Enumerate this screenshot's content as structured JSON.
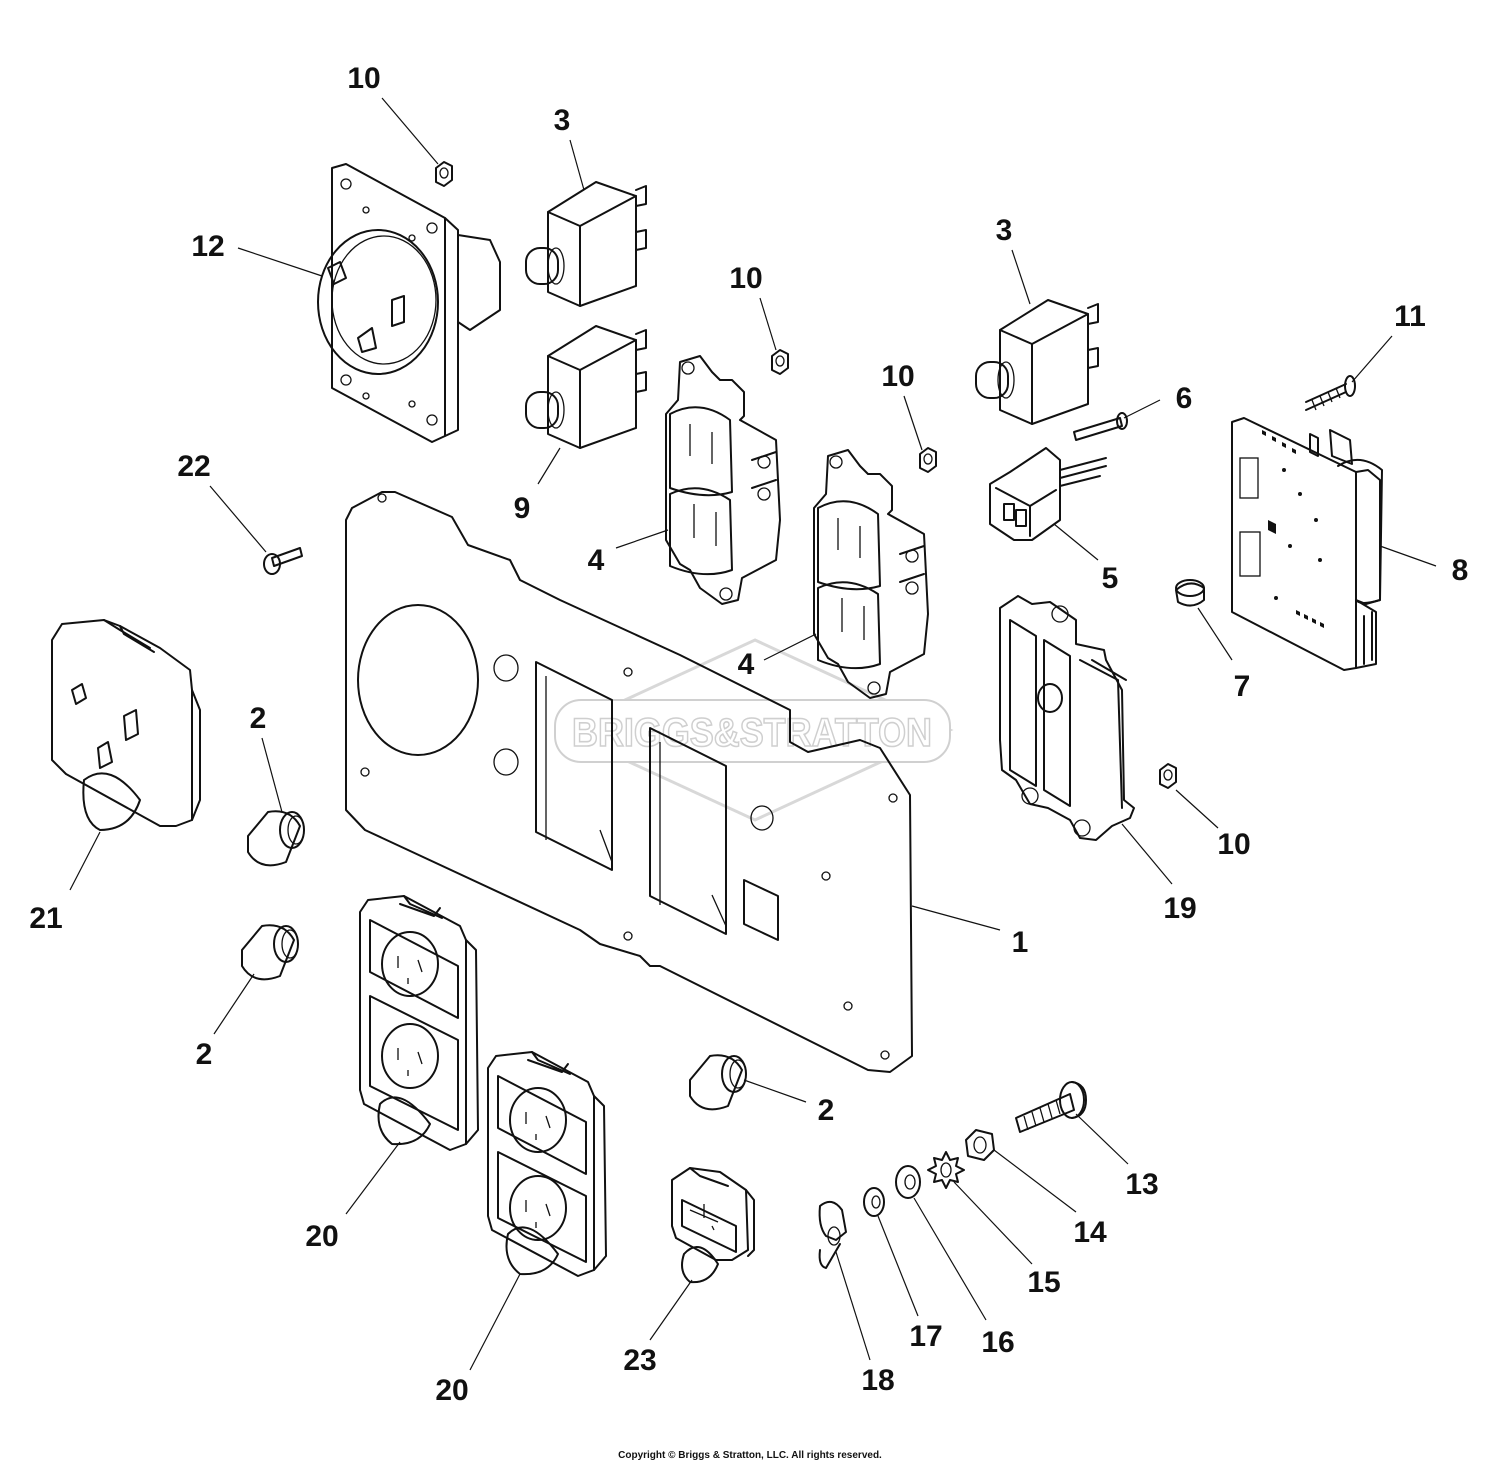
{
  "watermark": {
    "brand": "BRIGGS&STRATTON"
  },
  "copyright": "Copyright © Briggs & Stratton, LLC. All rights reserved.",
  "callouts": [
    {
      "id": "c10a",
      "text": "10"
    },
    {
      "id": "c3a",
      "text": "3"
    },
    {
      "id": "c12",
      "text": "12"
    },
    {
      "id": "c10b",
      "text": "10"
    },
    {
      "id": "c3b",
      "text": "3"
    },
    {
      "id": "c11",
      "text": "11"
    },
    {
      "id": "c10c",
      "text": "10"
    },
    {
      "id": "c6",
      "text": "6"
    },
    {
      "id": "c9",
      "text": "9"
    },
    {
      "id": "c22",
      "text": "22"
    },
    {
      "id": "c4a",
      "text": "4"
    },
    {
      "id": "c5",
      "text": "5"
    },
    {
      "id": "c8",
      "text": "8"
    },
    {
      "id": "c4b",
      "text": "4"
    },
    {
      "id": "c7",
      "text": "7"
    },
    {
      "id": "c2a",
      "text": "2"
    },
    {
      "id": "c10d",
      "text": "10"
    },
    {
      "id": "c19",
      "text": "19"
    },
    {
      "id": "c21",
      "text": "21"
    },
    {
      "id": "c1",
      "text": "1"
    },
    {
      "id": "c2b",
      "text": "2"
    },
    {
      "id": "c2c",
      "text": "2"
    },
    {
      "id": "c13",
      "text": "13"
    },
    {
      "id": "c14",
      "text": "14"
    },
    {
      "id": "c20a",
      "text": "20"
    },
    {
      "id": "c15",
      "text": "15"
    },
    {
      "id": "c23",
      "text": "23"
    },
    {
      "id": "c17",
      "text": "17"
    },
    {
      "id": "c16",
      "text": "16"
    },
    {
      "id": "c20b",
      "text": "20"
    },
    {
      "id": "c18",
      "text": "18"
    }
  ]
}
